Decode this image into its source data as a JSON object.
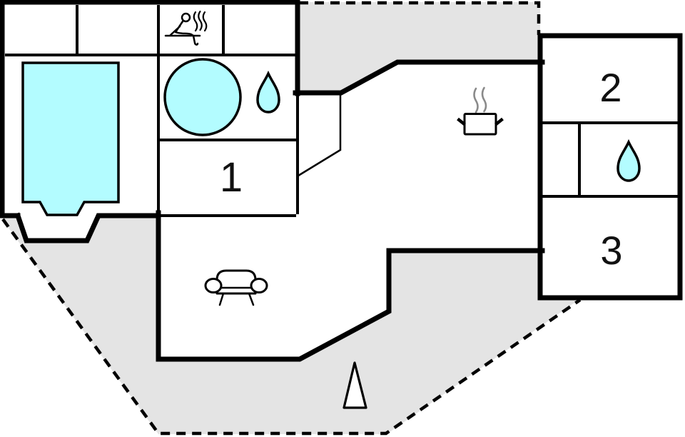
{
  "plan_type": "holiday-home-floor-plan",
  "rooms": {
    "room1": {
      "label": "1"
    },
    "room2": {
      "label": "2"
    },
    "room3": {
      "label": "3"
    }
  },
  "icons": [
    {
      "name": "sauna-icon"
    },
    {
      "name": "hot-tub-icon"
    },
    {
      "name": "shower-drop-icon"
    },
    {
      "name": "cooking-pot-icon"
    },
    {
      "name": "sofa-icon"
    },
    {
      "name": "bathroom-drop-icon"
    },
    {
      "name": "north-arrow-icon"
    }
  ],
  "colors": {
    "water": "#b3fcff",
    "terrace": "#e4e4e4",
    "wall": "#000000",
    "steam": "#8a8a8a",
    "background": "#ffffff"
  }
}
